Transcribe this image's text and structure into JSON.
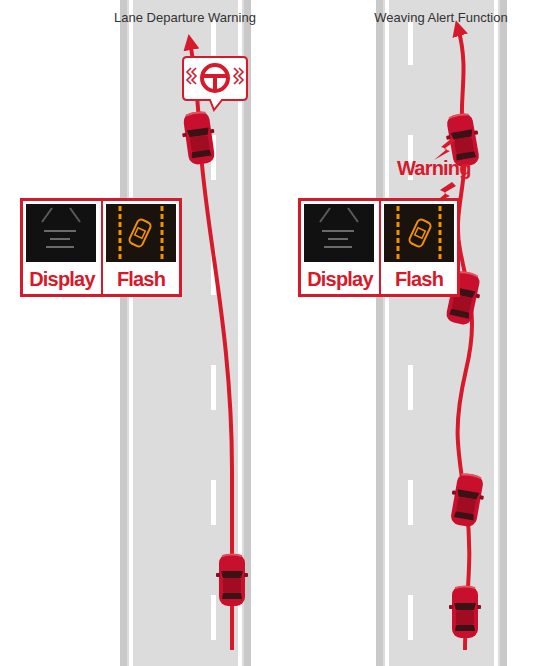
{
  "diagram": {
    "nodes": [
      {
        "text": [
          "Display"
        ]
      },
      {
        "text": [
          "Flash"
        ]
      },
      {
        "text": [
          "Display"
        ]
      },
      {
        "text": [
          "Flash"
        ]
      }
    ],
    "labels": [
      "Lane Departure Warning",
      "Weaving Alert Function",
      "Warning"
    ]
  }
}
